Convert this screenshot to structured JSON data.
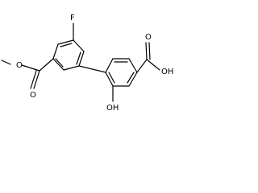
{
  "molecule": {
    "atoms": {
      "fluorine": "F",
      "ester_carbonyl_oxygen": "O",
      "ester_ether_oxygen": "O",
      "acid_carbonyl_oxygen": "O",
      "acid_hydroxyl": "OH",
      "phenol_hydroxyl": "OH"
    }
  }
}
